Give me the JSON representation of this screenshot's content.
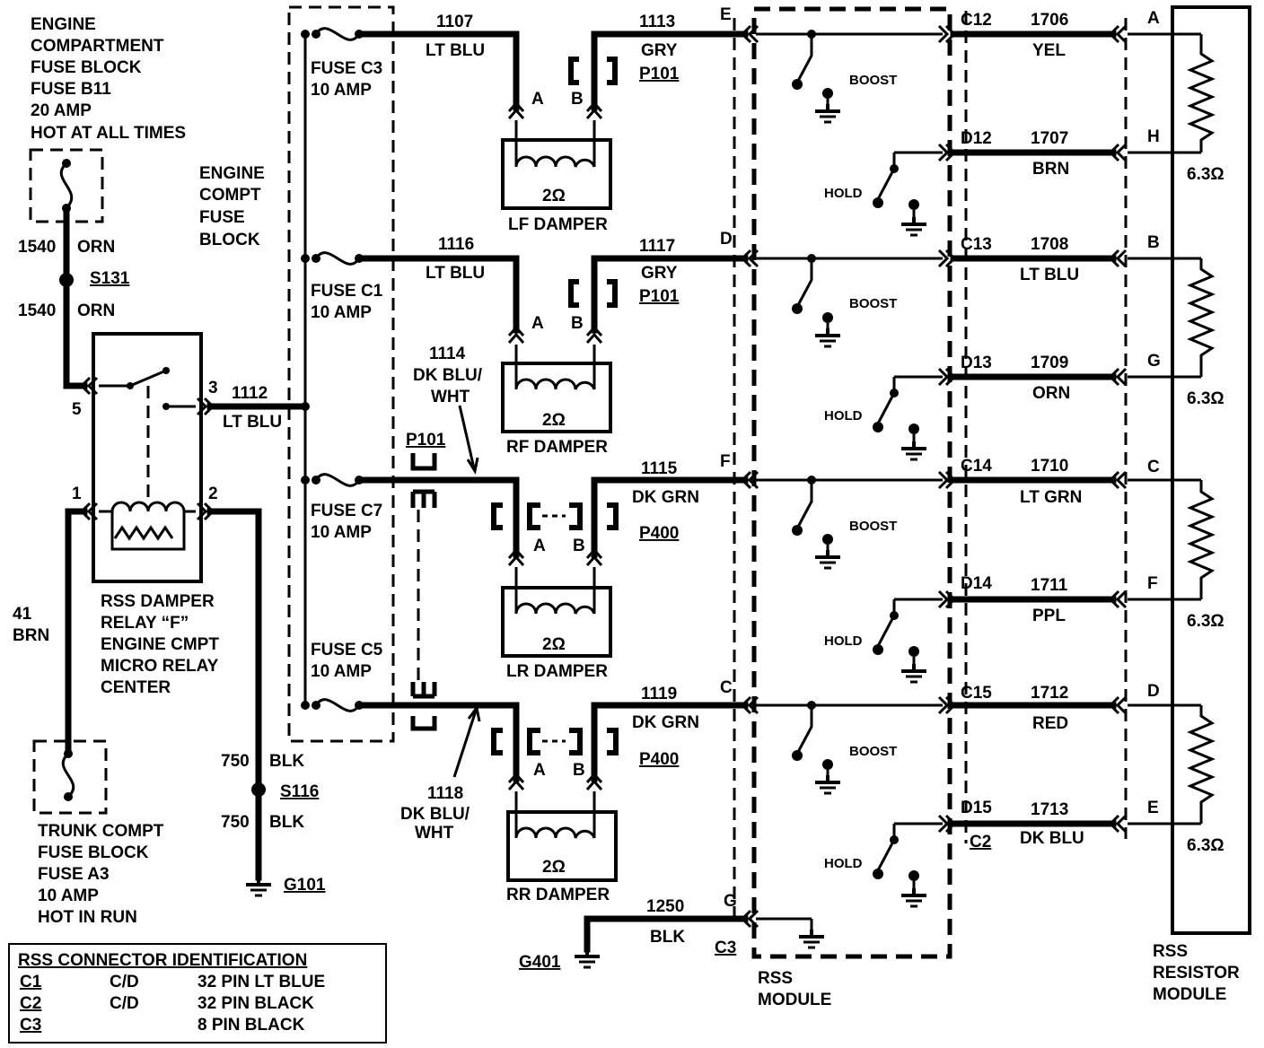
{
  "power_source": {
    "lines": [
      "ENGINE",
      "COMPARTMENT",
      "FUSE BLOCK",
      "FUSE B11",
      "20 AMP",
      "HOT AT ALL TIMES"
    ]
  },
  "engine_fuse_block": {
    "lines": [
      "ENGINE",
      "COMPT",
      "FUSE",
      "BLOCK"
    ]
  },
  "circuit_1540_upper": "1540",
  "circuit_1540_upper_color": "ORN",
  "circuit_1540_lower": "1540",
  "circuit_1540_lower_color": "ORN",
  "splice_s131": "S131",
  "relay": {
    "pins": {
      "p5": "5",
      "p3": "3",
      "p1": "1",
      "p2": "2"
    },
    "lines": [
      "RSS  DAMPER",
      "RELAY “F”",
      "ENGINE  CMPT",
      "MICRO RELAY",
      "CENTER"
    ]
  },
  "circuit_1112": "1112",
  "circuit_1112_color": "LT BLU",
  "circuit_41": "41",
  "circuit_41_color": "BRN",
  "trunk_fuse": {
    "lines": [
      "TRUNK COMPT",
      "FUSE BLOCK",
      "FUSE A3",
      "10 AMP",
      "HOT IN RUN"
    ]
  },
  "ground_g101": {
    "c_top": "750",
    "c_top_color": "BLK",
    "splice": "S116",
    "c_bot": "750",
    "c_bot_color": "BLK",
    "ground": "G101"
  },
  "fuses": [
    {
      "name": "FUSE C3",
      "rating": "10 AMP"
    },
    {
      "name": "FUSE C1",
      "rating": "10 AMP"
    },
    {
      "name": "FUSE C7",
      "rating": "10 AMP"
    },
    {
      "name": "FUSE C5",
      "rating": "10 AMP"
    }
  ],
  "damper_rows": [
    {
      "in_circuit": "1107",
      "in_color": "LT BLU",
      "out_circuit": "1113",
      "out_color": "GRY",
      "connector": "P101",
      "pin_a": "A",
      "pin_b": "B",
      "resistance": "2Ω",
      "damper": "LF DAMPER",
      "module_pin": "E"
    },
    {
      "in_circuit": "1116",
      "in_color": "LT BLU",
      "out_circuit": "1117",
      "out_color": "GRY",
      "connector": "P101",
      "pin_a": "A",
      "pin_b": "B",
      "resistance": "2Ω",
      "damper": "RF DAMPER",
      "module_pin": "D"
    },
    {
      "in_circuit": "",
      "in_color": "",
      "out_circuit": "1115",
      "out_color": "DK GRN",
      "connector": "P400",
      "pin_a": "A",
      "pin_b": "B",
      "resistance": "2Ω",
      "damper": "LR DAMPER",
      "module_pin": "F"
    },
    {
      "in_circuit": "",
      "in_color": "",
      "out_circuit": "1119",
      "out_color": "DK GRN",
      "connector": "P400",
      "pin_a": "A",
      "pin_b": "B",
      "resistance": "2Ω",
      "damper": "RR DAMPER",
      "module_pin": "C"
    }
  ],
  "circuit_1114": {
    "number": "1114",
    "color1": "DK BLU/",
    "color2": "WHT"
  },
  "circuit_1118": {
    "number": "1118",
    "color1": "DK BLU/",
    "color2": "WHT"
  },
  "p101_left": "P101",
  "module_ground": {
    "circuit": "1250",
    "color": "BLK",
    "pin": "G",
    "connector": "C3",
    "ground": "G401"
  },
  "rss_module": {
    "lines": [
      "RSS",
      "MODULE"
    ]
  },
  "switch_labels": [
    "BOOST",
    "HOLD",
    "BOOST",
    "HOLD",
    "BOOST",
    "HOLD",
    "BOOST",
    "HOLD"
  ],
  "resistor_wires": [
    {
      "pin": "C12",
      "circuit": "1706",
      "color": "YEL",
      "rpin": "A"
    },
    {
      "pin": "D12",
      "circuit": "1707",
      "color": "BRN",
      "rpin": "H"
    },
    {
      "pin": "C13",
      "circuit": "1708",
      "color": "LT BLU",
      "rpin": "B"
    },
    {
      "pin": "D13",
      "circuit": "1709",
      "color": "ORN",
      "rpin": "G"
    },
    {
      "pin": "C14",
      "circuit": "1710",
      "color": "LT GRN",
      "rpin": "C"
    },
    {
      "pin": "D14",
      "circuit": "1711",
      "color": "PPL",
      "rpin": "F"
    },
    {
      "pin": "C15",
      "circuit": "1712",
      "color": "RED",
      "rpin": "D"
    },
    {
      "pin": "D15",
      "circuit": "1713",
      "color": "DK BLU",
      "rpin": "E"
    }
  ],
  "connector_c2": "C2",
  "resistor_values": [
    "6.3Ω",
    "6.3Ω",
    "6.3Ω",
    "6.3Ω"
  ],
  "resistor_module": {
    "lines": [
      "RSS",
      "RESISTOR",
      "MODULE"
    ]
  },
  "legend": {
    "title": "RSS CONNECTOR IDENTIFICATION",
    "rows": [
      {
        "id": "C1",
        "type": "C/D",
        "desc": "32 PIN LT BLUE"
      },
      {
        "id": "C2",
        "type": "C/D",
        "desc": "32 PIN BLACK"
      },
      {
        "id": "C3",
        "type": "",
        "desc": "8 PIN BLACK"
      }
    ]
  }
}
